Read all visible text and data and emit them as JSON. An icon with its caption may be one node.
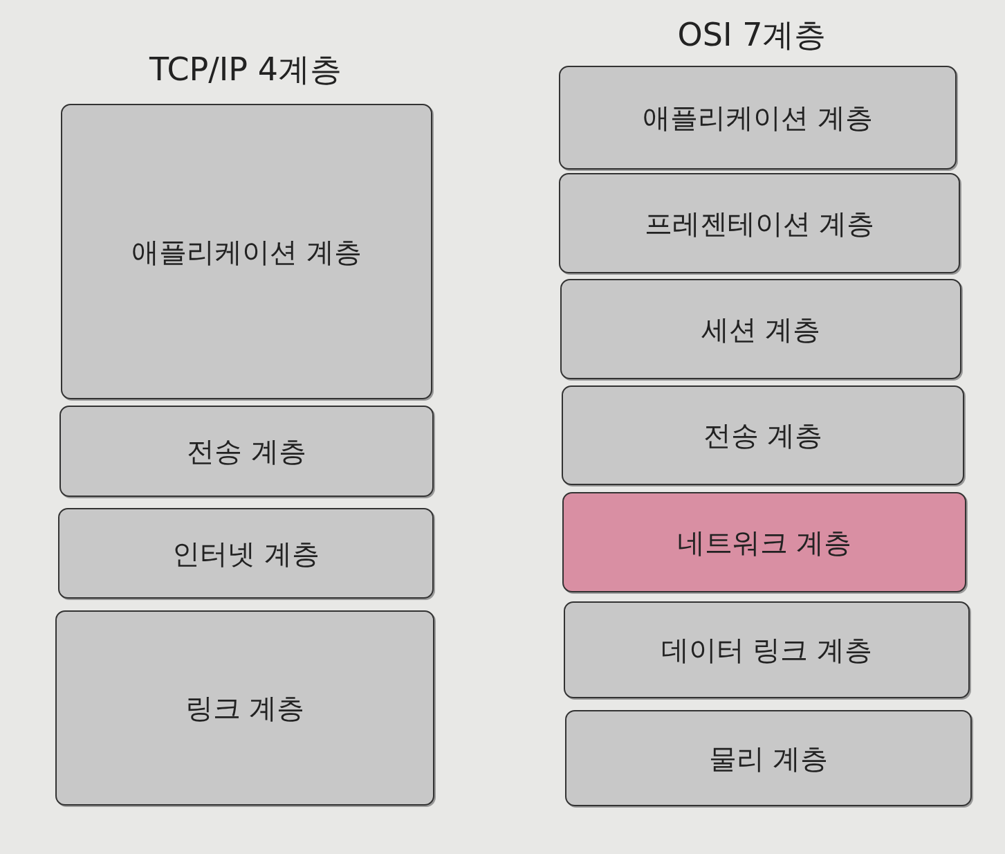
{
  "diagram": {
    "nodes": [
      {
        "text": [
          "애플리케이션 계층"
        ]
      },
      {
        "text": [
          "전송 계층"
        ]
      },
      {
        "text": [
          "인터넷 계층"
        ]
      },
      {
        "text": [
          "링크 계층"
        ]
      },
      {
        "text": [
          "애플리케이션 계층"
        ]
      },
      {
        "text": [
          "프레젠테이션 계층"
        ]
      },
      {
        "text": [
          "세션 계층"
        ]
      },
      {
        "text": [
          "전송 계층"
        ]
      },
      {
        "text": [
          "네트워크 계층"
        ]
      },
      {
        "text": [
          "데이터 링크 계층"
        ]
      },
      {
        "text": [
          "물리 계층"
        ]
      }
    ],
    "labels": [
      "TCP/IP 4계층",
      "OSI 7계층"
    ]
  }
}
